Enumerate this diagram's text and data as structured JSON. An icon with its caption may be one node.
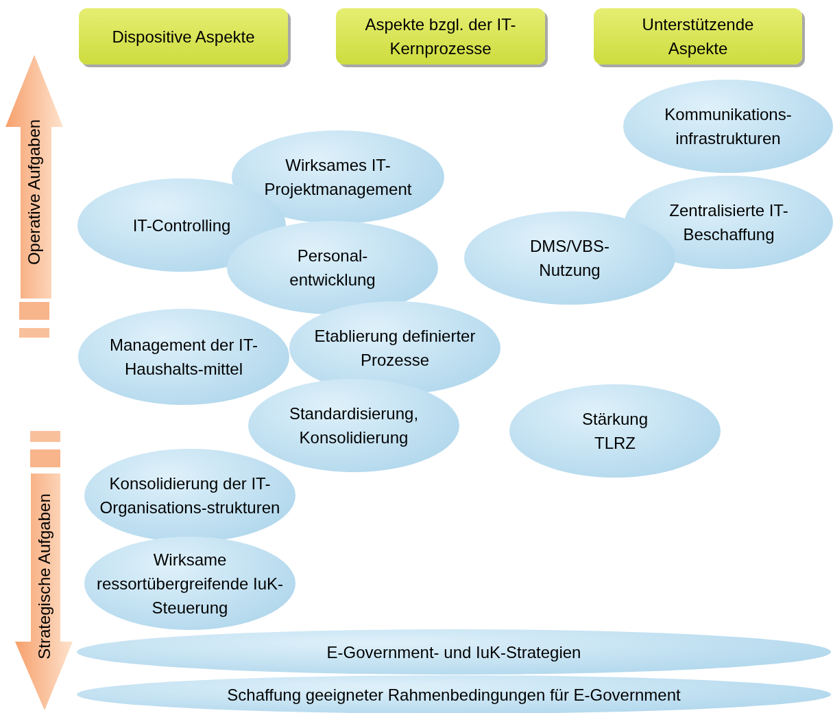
{
  "diagram": {
    "nodes": [
      {
        "text": [
          "Dispositive Aspekte"
        ]
      },
      {
        "text": [
          "Aspekte bzgl. der IT-Kernprozesse"
        ]
      },
      {
        "text": [
          "Unterstützende Aspekte"
        ]
      },
      {
        "text": [
          "Operative Aufgaben"
        ]
      },
      {
        "text": [
          "Kommunikations-infrastrukturen"
        ]
      },
      {
        "text": [
          "Wirksames IT-Projektmanagement"
        ]
      },
      {
        "text": [
          "IT-Controlling"
        ]
      },
      {
        "text": [
          "Zentralisierte IT-Beschaffung"
        ]
      },
      {
        "text": [
          "DMS/VBS-Nutzung"
        ]
      },
      {
        "text": [
          "Personal-entwicklung"
        ]
      },
      {
        "text": [
          "Management der IT-Haushalts-mittel"
        ]
      },
      {
        "text": [
          "Etablierung definierter Prozesse"
        ]
      },
      {
        "text": [
          "Standardisierung, Konsolidierung"
        ]
      },
      {
        "text": [
          "Stärkung TLRZ"
        ]
      },
      {
        "text": [
          "Konsolidierung der IT-Organisations-strukturen"
        ]
      },
      {
        "text": [
          "Wirksame ressortübergreifende IuK-Steuerung"
        ]
      },
      {
        "text": [
          "Strategische Aufgaben"
        ]
      },
      {
        "text": [
          "E-Government- und IuK-Strategien"
        ]
      },
      {
        "text": [
          "Schaffung geeigneter Rahmenbedingungen für E-Government"
        ]
      }
    ]
  }
}
